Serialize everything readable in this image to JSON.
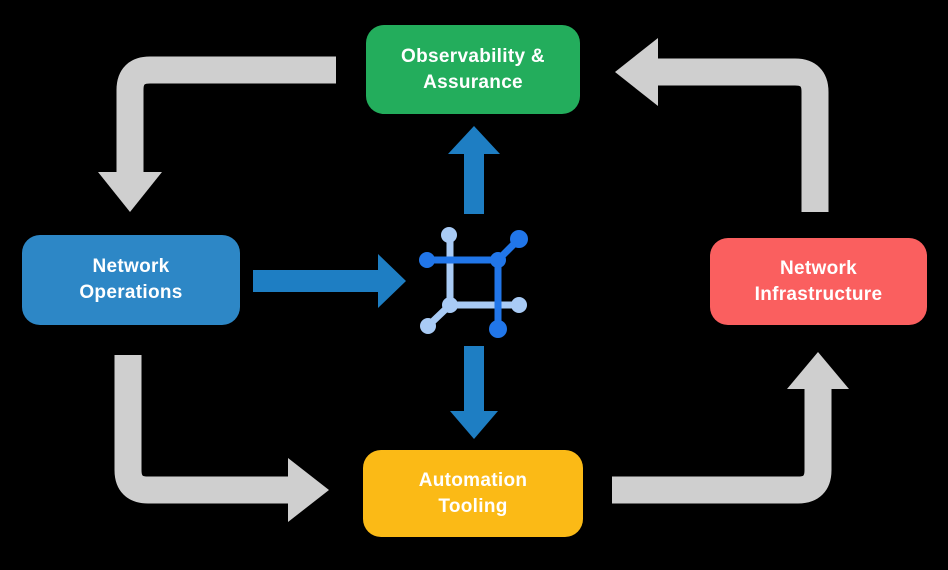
{
  "colors": {
    "background": "#000000",
    "arrow_gray": "#CFCFCF",
    "arrow_blue": "#1E7EC3",
    "node_green": "#23AD5C",
    "node_blue": "#2D87C6",
    "node_red": "#FA5F5F",
    "node_yellow": "#FBBA16",
    "icon_dark_blue": "#2176E9",
    "icon_light_blue": "#A9CBF5",
    "text": "#FFFFFF"
  },
  "nodes": {
    "observability": {
      "line1": "Observability &",
      "line2": "Assurance"
    },
    "operations": {
      "line1": "Network",
      "line2": "Operations"
    },
    "infrastructure": {
      "line1": "Network",
      "line2": "Infrastructure"
    },
    "automation": {
      "line1": "Automation",
      "line2": "Tooling"
    }
  },
  "center_icon": "network-mesh-icon",
  "flows": [
    {
      "from": "Observability & Assurance",
      "to": "Network Operations",
      "style": "gray-elbow",
      "direction": "down"
    },
    {
      "from": "Network Infrastructure",
      "to": "Observability & Assurance",
      "style": "gray-elbow",
      "direction": "left"
    },
    {
      "from": "Network Operations",
      "to": "Automation Tooling",
      "style": "gray-elbow",
      "direction": "right"
    },
    {
      "from": "Automation Tooling",
      "to": "Network Infrastructure",
      "style": "gray-elbow",
      "direction": "up"
    },
    {
      "from": "Network Operations",
      "to": "center-icon",
      "style": "blue-straight",
      "direction": "right"
    },
    {
      "from": "center-icon",
      "to": "Observability & Assurance",
      "style": "blue-straight",
      "direction": "up"
    },
    {
      "from": "center-icon",
      "to": "Automation Tooling",
      "style": "blue-straight",
      "direction": "down"
    }
  ]
}
